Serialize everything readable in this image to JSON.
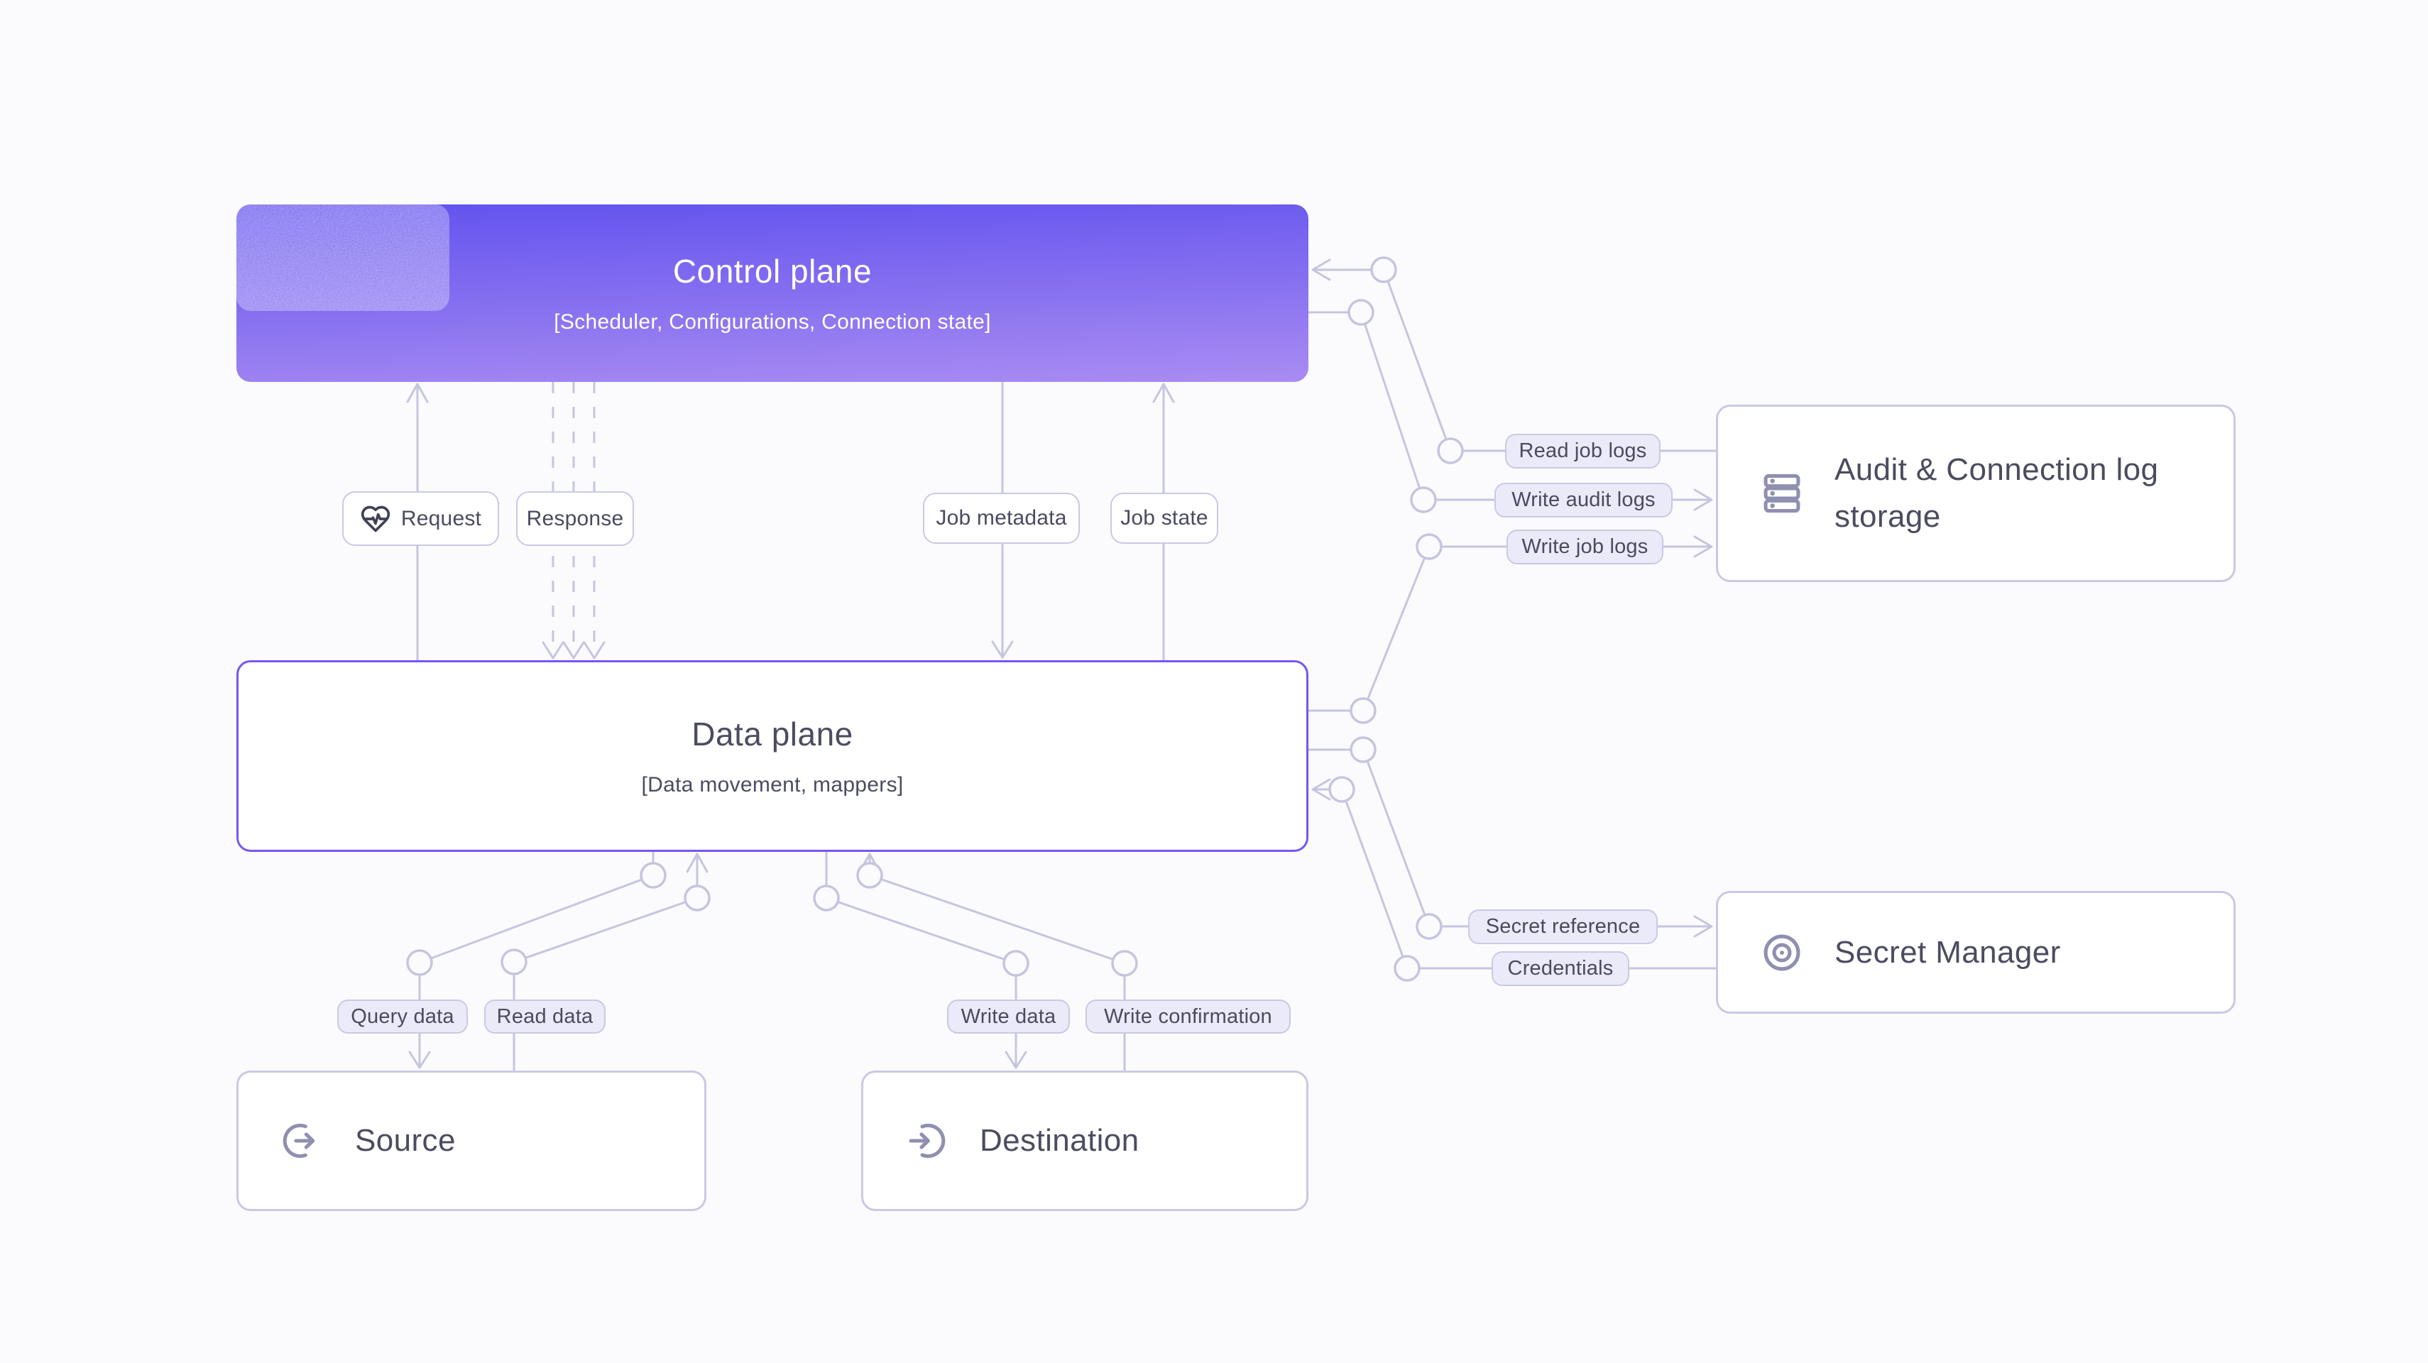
{
  "colors": {
    "background": "#FBFBFD",
    "accent_purple": "#7657F2",
    "gradient_top": "#6152EE",
    "gradient_bottom": "#A98CF2",
    "connector": "#C5C5E0",
    "pill_fill": "#EAEAF8",
    "pill_border": "#C9C9E6",
    "box_border": "#C9C9E6",
    "text_dark": "#4B4C60",
    "icon_muted": "#8F8FB1",
    "icon_dark": "#3F4254"
  },
  "nodes": {
    "control_plane": {
      "title": "Control plane",
      "subtitle": "[Scheduler, Configurations, Connection state]"
    },
    "data_plane": {
      "title": "Data plane",
      "subtitle": "[Data movement, mappers]"
    },
    "source": {
      "title": "Source",
      "icon": "arrow-out-of-circle-icon"
    },
    "destination": {
      "title": "Destination",
      "icon": "arrow-into-circle-icon"
    },
    "audit_log_storage": {
      "title": "Audit & Connection log storage",
      "icon": "server-stack-icon"
    },
    "secret_manager": {
      "title": "Secret Manager",
      "icon": "concentric-rings-icon"
    }
  },
  "edge_labels": {
    "request": "Request",
    "response": "Response",
    "job_metadata": "Job metadata",
    "job_state": "Job state",
    "query_data": "Query data",
    "read_data": "Read data",
    "write_data": "Write data",
    "write_confirmation": "Write confirmation",
    "read_job_logs": "Read job logs",
    "write_audit_logs": "Write audit logs",
    "write_job_logs": "Write job logs",
    "secret_reference": "Secret reference",
    "credentials": "Credentials"
  }
}
